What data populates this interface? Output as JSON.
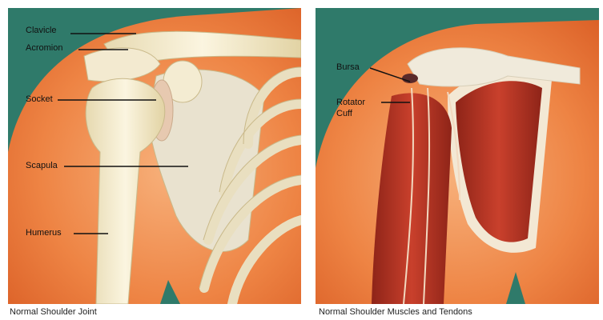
{
  "left_panel": {
    "caption": "Normal Shoulder Joint",
    "labels": {
      "clavicle": "Clavicle",
      "acromion": "Acromion",
      "socket": "Socket",
      "scapula": "Scapula",
      "humerus": "Humerus"
    }
  },
  "right_panel": {
    "caption": "Normal Shoulder Muscles and Tendons",
    "labels": {
      "bursa": "Bursa",
      "rotator_cuff_line1": "Rotator",
      "rotator_cuff_line2": "Cuff"
    }
  },
  "colors": {
    "background_teal": "#2f7a6a",
    "skin_orange": "#e8763a",
    "bone": "#efe6c8",
    "muscle": "#b83324"
  }
}
